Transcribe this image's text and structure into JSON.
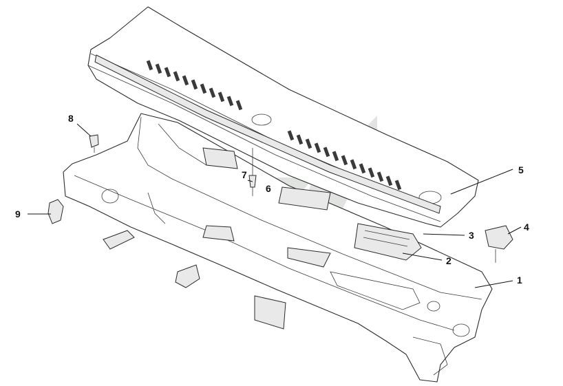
{
  "callouts": [
    {
      "id": "1",
      "label": "1"
    },
    {
      "id": "2",
      "label": "2"
    },
    {
      "id": "3",
      "label": "3"
    },
    {
      "id": "4",
      "label": "4"
    },
    {
      "id": "5",
      "label": "5"
    },
    {
      "id": "6",
      "label": "6"
    },
    {
      "id": "7",
      "label": "7"
    },
    {
      "id": "8",
      "label": "8"
    },
    {
      "id": "9",
      "label": "9"
    }
  ],
  "colors": {
    "line": "#2a2a2a",
    "watermark": "#d6d9d6",
    "background": "#ffffff"
  }
}
